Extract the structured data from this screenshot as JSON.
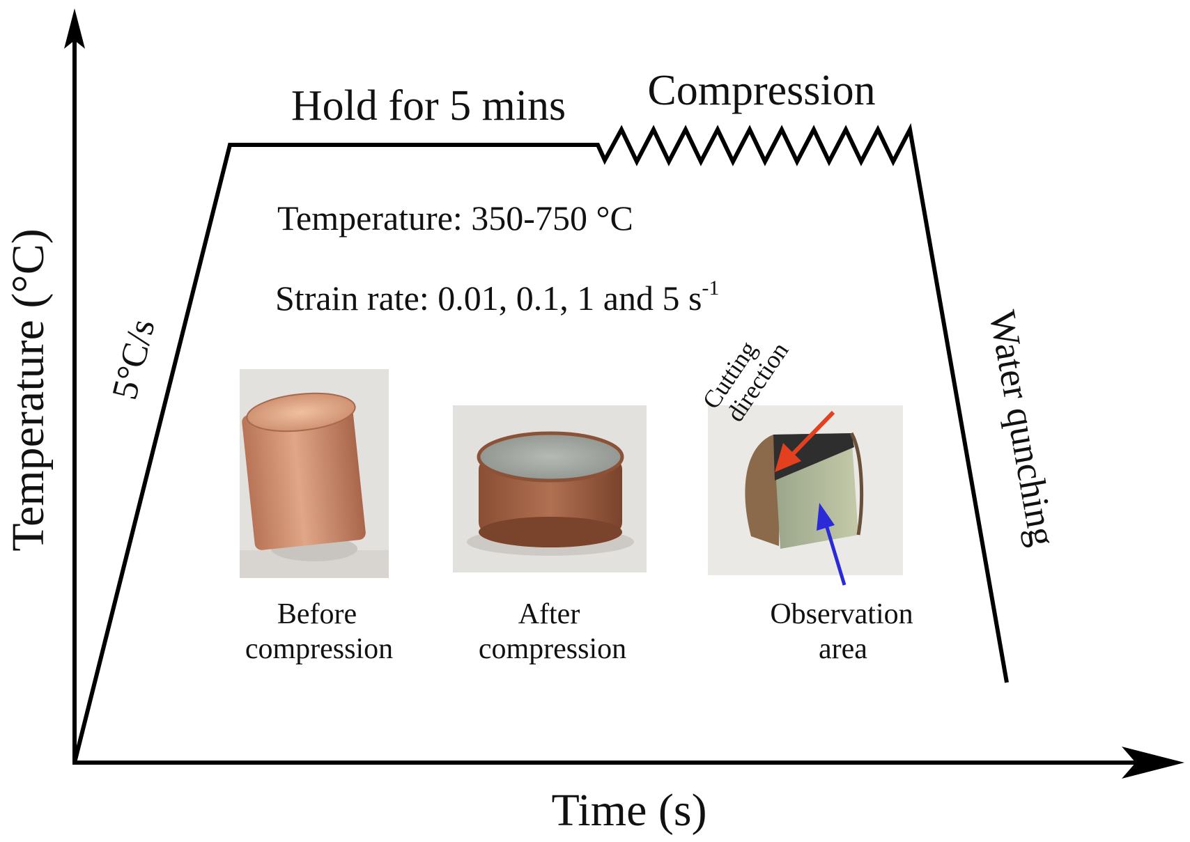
{
  "axes": {
    "x_label": "Time (s)",
    "y_label": "Temperature (°C)"
  },
  "stages": {
    "heating_rate": "5°C/s",
    "hold": "Hold for 5 mins",
    "compression": "Compression",
    "quench": "Water qunching"
  },
  "conditions": {
    "temperature": "Temperature: 350-750 °C",
    "strain_rate": "Strain rate: 0.01, 0.1, 1 and 5 s",
    "strain_rate_exponent": "-1"
  },
  "samples": {
    "before": {
      "line1": "Before",
      "line2": "compression"
    },
    "after": {
      "line1": "After",
      "line2": "compression"
    },
    "cut": {
      "cut_label_line1": "Cutting",
      "cut_label_line2": "direction",
      "obs_line1": "Observation",
      "obs_line2": "area"
    }
  },
  "colors": {
    "line": "#000000",
    "copper": "#c98a6a",
    "copper_dark": "#9a5a3c",
    "red_arrow": "#e2401f",
    "blue_arrow": "#2a2ad6",
    "photo_bg": "#e6e3df"
  }
}
